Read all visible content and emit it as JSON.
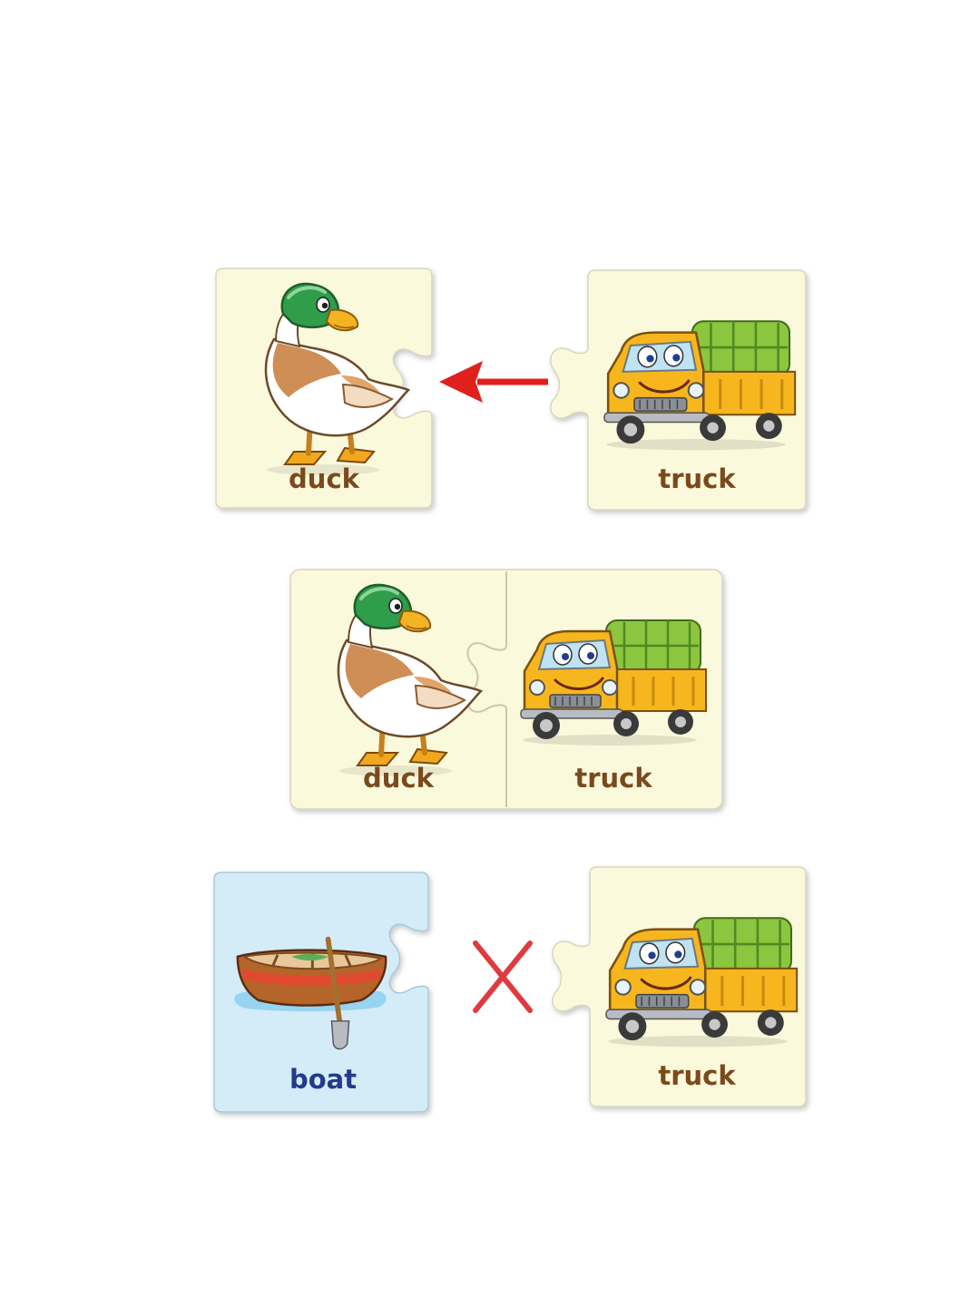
{
  "colors": {
    "cream_piece": "#fbf9dc",
    "blue_piece": "#d4ecf8",
    "label_brown": "#7a4a1c",
    "label_blue": "#243a8c",
    "arrow_red": "#e0201c",
    "cross_red": "#e03a40"
  },
  "icons": [
    "duck-illustration",
    "truck-illustration",
    "boat-illustration",
    "arrow-left-icon",
    "cross-icon"
  ],
  "row_1": {
    "left_label": "duck",
    "right_label": "truck"
  },
  "row_2": {
    "left_label": "duck",
    "right_label": "truck"
  },
  "row_3": {
    "left_label": "boat",
    "right_label": "truck"
  }
}
